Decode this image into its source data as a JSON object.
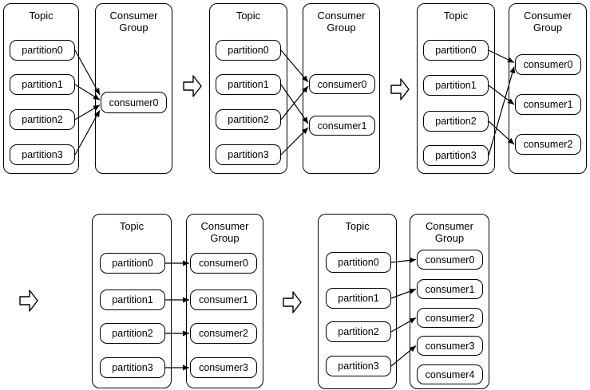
{
  "colors": {
    "stroke": "#000000",
    "fill": "#ffffff"
  },
  "panels": [
    {
      "topic_label": "Topic",
      "group_label": "Consumer Group",
      "partitions": [
        "partition0",
        "partition1",
        "partition2",
        "partition3"
      ],
      "consumers": [
        "consumer0"
      ],
      "assignments": [
        [
          0,
          0
        ],
        [
          1,
          0
        ],
        [
          2,
          0
        ],
        [
          3,
          0
        ]
      ]
    },
    {
      "topic_label": "Topic",
      "group_label": "Consumer Group",
      "partitions": [
        "partition0",
        "partition1",
        "partition2",
        "partition3"
      ],
      "consumers": [
        "consumer0",
        "consumer1"
      ],
      "assignments": [
        [
          0,
          0
        ],
        [
          1,
          1
        ],
        [
          2,
          0
        ],
        [
          3,
          1
        ]
      ]
    },
    {
      "topic_label": "Topic",
      "group_label": "Consumer Group",
      "partitions": [
        "partition0",
        "partition1",
        "partition2",
        "partition3"
      ],
      "consumers": [
        "consumer0",
        "consumer1",
        "consumer2"
      ],
      "assignments": [
        [
          0,
          0
        ],
        [
          1,
          1
        ],
        [
          2,
          2
        ],
        [
          3,
          0
        ]
      ]
    },
    {
      "topic_label": "Topic",
      "group_label": "Consumer Group",
      "partitions": [
        "partition0",
        "partition1",
        "partition2",
        "partition3"
      ],
      "consumers": [
        "consumer0",
        "consumer1",
        "consumer2",
        "consumer3"
      ],
      "assignments": [
        [
          0,
          0
        ],
        [
          1,
          1
        ],
        [
          2,
          2
        ],
        [
          3,
          3
        ]
      ]
    },
    {
      "topic_label": "Topic",
      "group_label": "Consumer Group",
      "partitions": [
        "partition0",
        "partition1",
        "partition2",
        "partition3"
      ],
      "consumers": [
        "consumer0",
        "consumer1",
        "consumer2",
        "consumer3",
        "consumer4"
      ],
      "assignments": [
        [
          0,
          0
        ],
        [
          1,
          1
        ],
        [
          2,
          2
        ],
        [
          3,
          3
        ]
      ]
    }
  ]
}
